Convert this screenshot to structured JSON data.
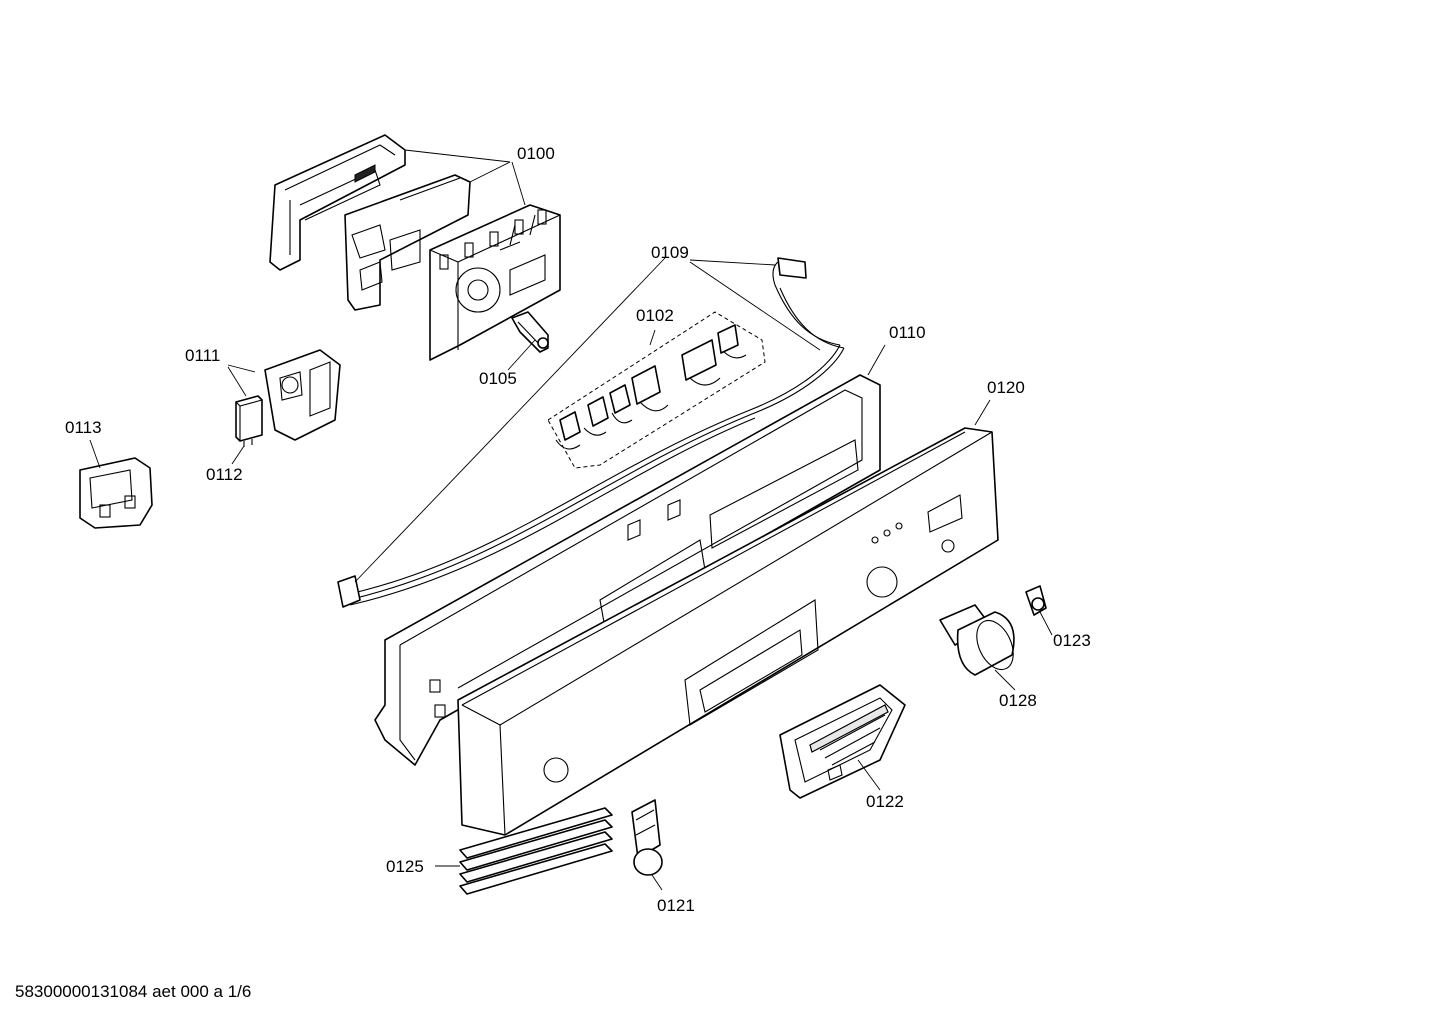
{
  "callouts": {
    "c0100": "0100",
    "c0109": "0109",
    "c0102": "0102",
    "c0110": "0110",
    "c0111": "0111",
    "c0105": "0105",
    "c0120": "0120",
    "c0113": "0113",
    "c0112": "0112",
    "c0123": "0123",
    "c0128": "0128",
    "c0122": "0122",
    "c0125": "0125",
    "c0121": "0121"
  },
  "footer": {
    "text": "58300000131084 aet 000 a 1/6"
  }
}
